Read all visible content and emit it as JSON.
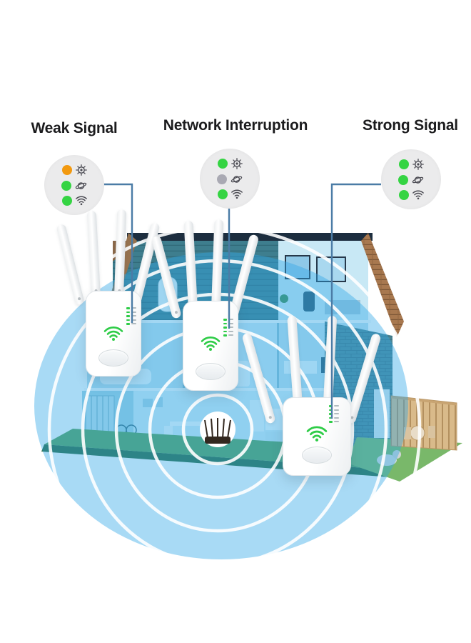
{
  "legend": {
    "items": [
      {
        "label": "Weak Signal",
        "leds": [
          {
            "icon": "gear-icon",
            "state": "orange",
            "color": "#f2990f"
          },
          {
            "icon": "planet-icon",
            "state": "green",
            "color": "#35d443"
          },
          {
            "icon": "wifi-icon",
            "state": "green",
            "color": "#35d443"
          }
        ]
      },
      {
        "label": "Network Interruption",
        "leds": [
          {
            "icon": "gear-icon",
            "state": "green",
            "color": "#35d443"
          },
          {
            "icon": "planet-icon",
            "state": "gray",
            "color": "#a9a9b3"
          },
          {
            "icon": "wifi-icon",
            "state": "green",
            "color": "#35d443"
          }
        ]
      },
      {
        "label": "Strong Signal",
        "leds": [
          {
            "icon": "gear-icon",
            "state": "green",
            "color": "#35d443"
          },
          {
            "icon": "planet-icon",
            "state": "green",
            "color": "#35d443"
          },
          {
            "icon": "wifi-icon",
            "state": "green",
            "color": "#35d443"
          }
        ]
      }
    ]
  },
  "devices": [
    {
      "id": "repeater-weak",
      "antennas": 4,
      "status_lights": 5,
      "wifi_logo_color": "#2ecc47"
    },
    {
      "id": "repeater-interruption",
      "antennas": 4,
      "status_lights": 5,
      "wifi_logo_color": "#2ecc47"
    },
    {
      "id": "repeater-strong",
      "antennas": 4,
      "status_lights": 5,
      "wifi_logo_color": "#2ecc47"
    }
  ],
  "router": {
    "antennas": 5,
    "color": "#33281f"
  },
  "scene_colors": {
    "coverage_circle": "#2fa8e8",
    "signal_ring": "#ffffff",
    "connector_line": "#4b7ca6",
    "roof_band": "#1d2e3f",
    "shingles": "#a8784f",
    "brick_wall": "#4c8796",
    "attic_planks": "#3e7e8e",
    "lawn": "#58a35c",
    "lawn_edge": "#2c6b42",
    "yard_grass": "#79b86a",
    "fence": "#d9ba8a",
    "badge_background": "#ebebec"
  }
}
